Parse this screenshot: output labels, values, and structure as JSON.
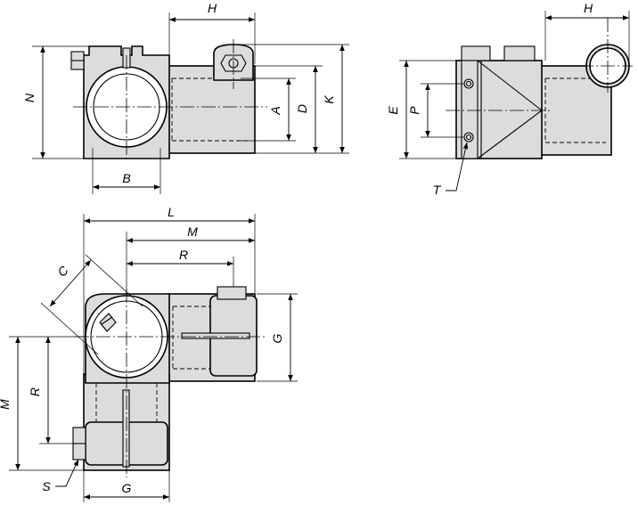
{
  "labels": {
    "H1": "H",
    "N": "N",
    "A": "A",
    "D": "D",
    "K": "K",
    "B": "B",
    "H2": "H",
    "E": "E",
    "P": "P",
    "T": "T",
    "L": "L",
    "M1": "M",
    "R1": "R",
    "C": "C",
    "G1": "G",
    "M2": "M",
    "R2": "R",
    "S": "S",
    "G2": "G"
  }
}
